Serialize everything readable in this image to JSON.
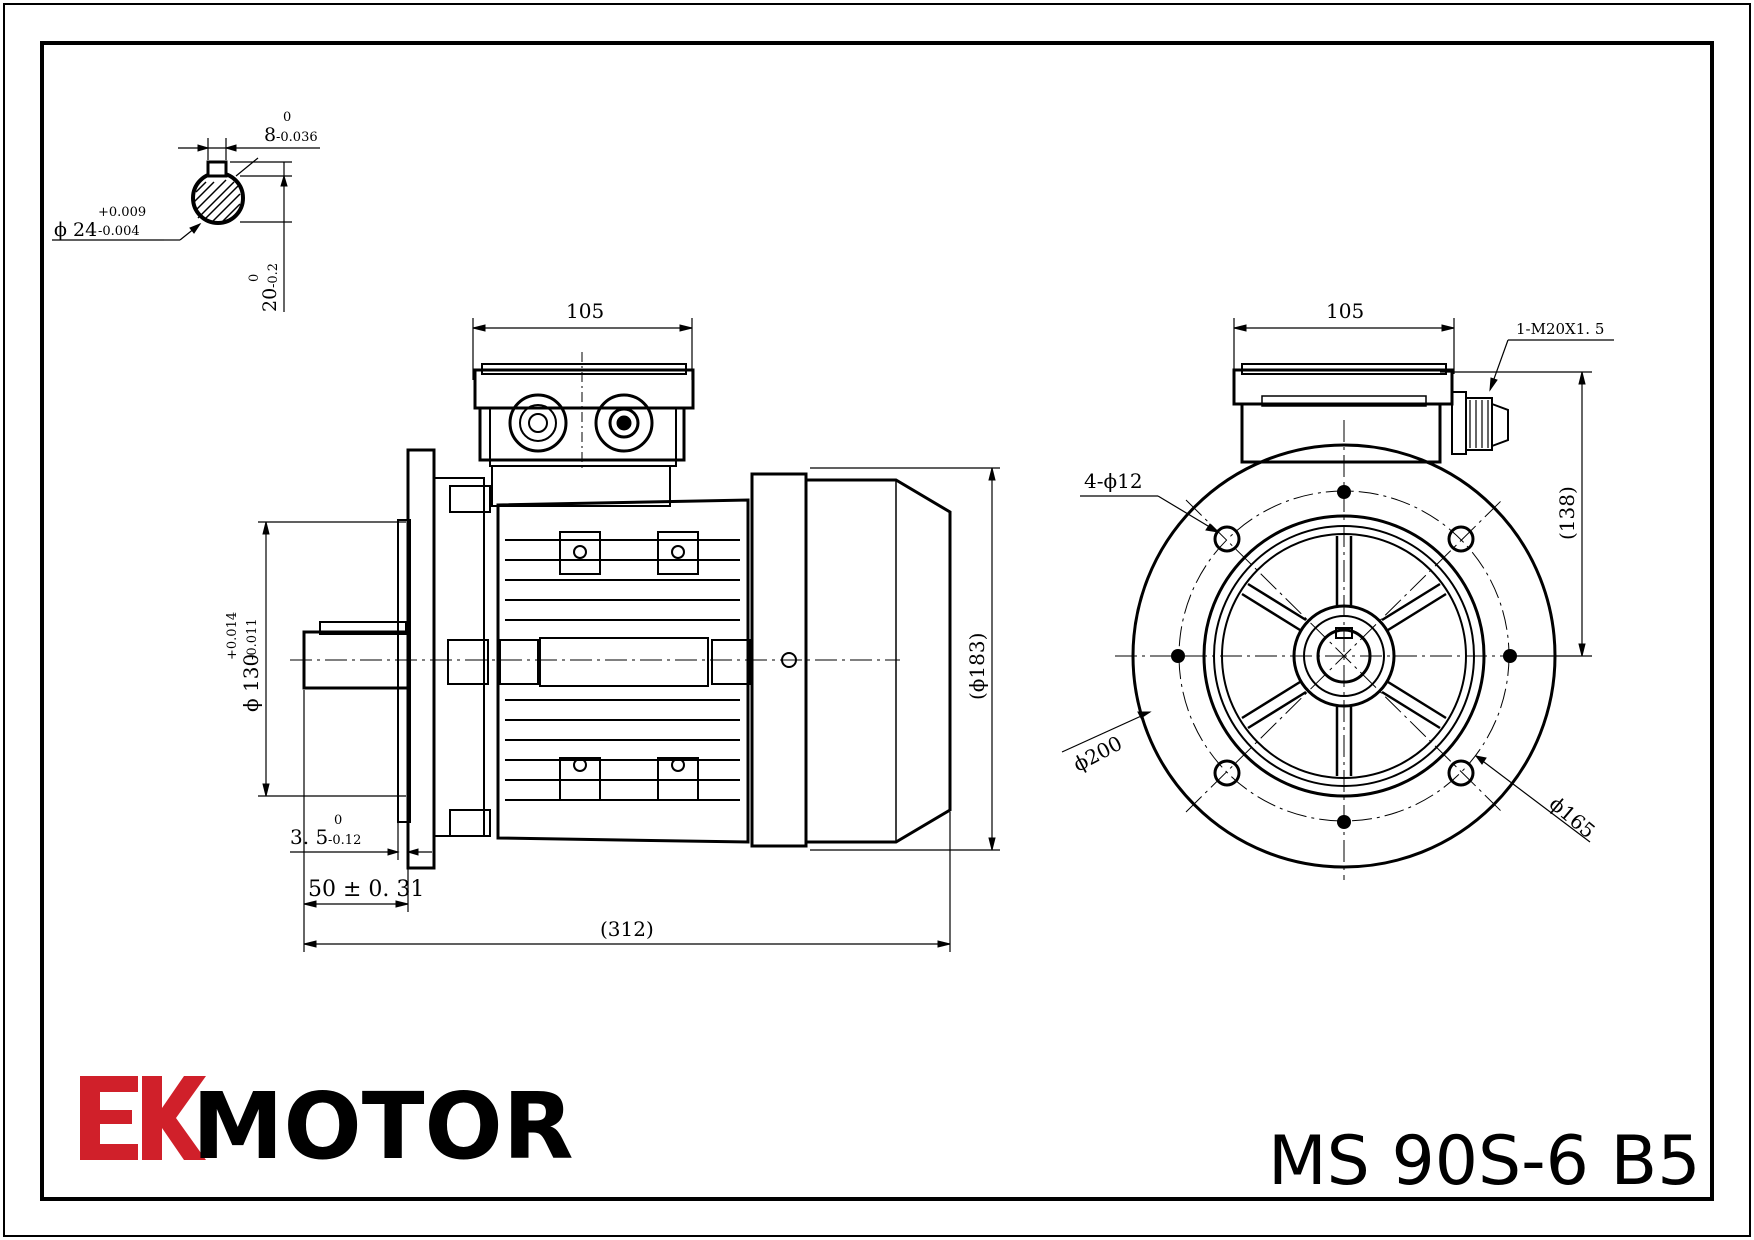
{
  "drawing": {
    "model": "MS 90S-6 B5",
    "brand": {
      "logo_text": "EK",
      "name": "MOTOR",
      "logo_color": "#d0202a",
      "text_color": "#000000"
    },
    "key_section": {
      "key_width": "8",
      "key_width_upper_tol": "0",
      "key_width_lower_tol": "-0.036",
      "shaft_diameter": "ϕ 24",
      "shaft_diameter_upper_tol": "+0.009",
      "shaft_diameter_lower_tol": "-0.004",
      "key_depth": "20",
      "key_depth_upper_tol": "0",
      "key_depth_lower_tol": "-0.2"
    },
    "side_view": {
      "terminal_box_width": "105",
      "spigot_diameter": "ϕ 130",
      "spigot_upper_tol": "+0.014",
      "spigot_lower_tol": "-0.011",
      "spigot_depth": "3. 5",
      "spigot_depth_upper_tol": "0",
      "spigot_depth_lower_tol": "-0.12",
      "shaft_length": "50 ± 0. 31",
      "overall_length": "(312)",
      "frame_diameter": "(ϕ183)"
    },
    "end_view": {
      "terminal_box_width": "105",
      "cable_gland": "1-M20X1. 5",
      "box_height": "(138)",
      "bolt_holes": "4-ϕ12",
      "flange_diameter": "ϕ200",
      "pitch_circle": "ϕ165"
    }
  }
}
